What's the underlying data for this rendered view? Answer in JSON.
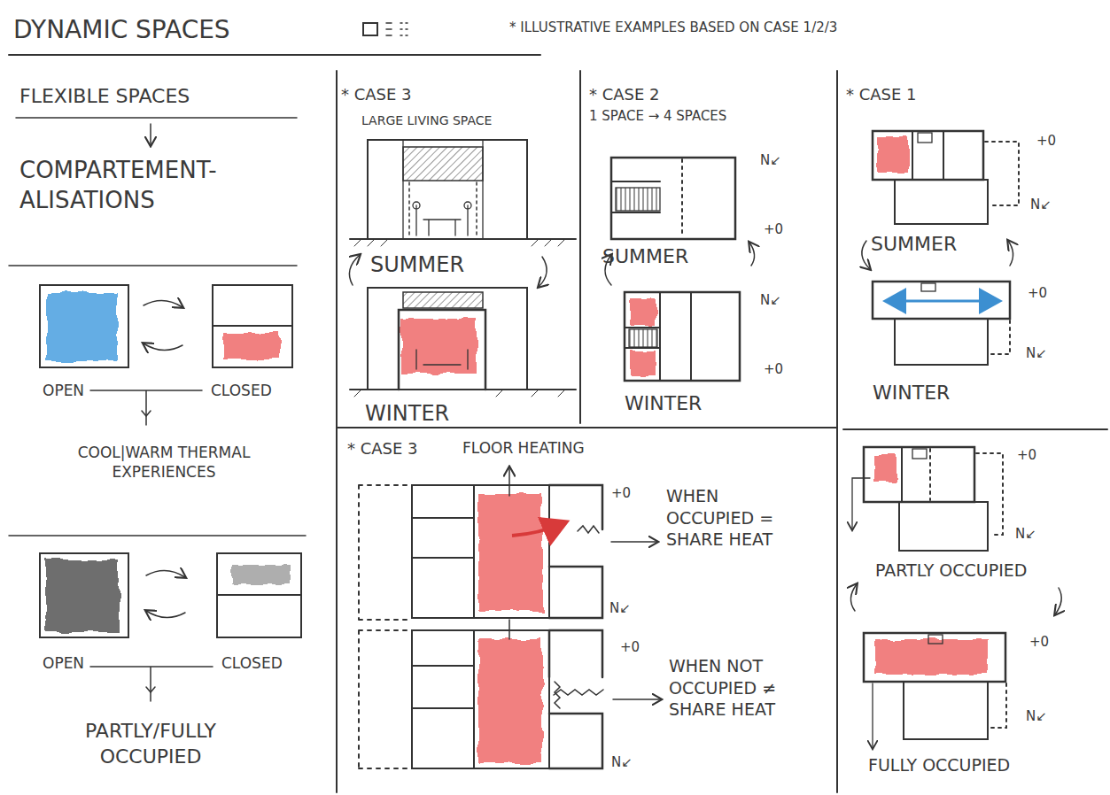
{
  "diagram": {
    "title": "DYNAMIC SPACES",
    "labels": [
      "* ILLUSTRATIVE EXAMPLES BASED ON CASE 1/2/3",
      "FLEXIBLE SPACES",
      "COMPARTEMENT- ALISATIONS",
      "OPEN",
      "CLOSED",
      "COOL|WARM THERMAL EXPERIENCES",
      "OPEN",
      "CLOSED",
      "PARTLY/FULLY OCCUPIED",
      "* CASE 3",
      "LARGE LIVING SPACE",
      "SUMMER",
      "WINTER",
      "* CASE 2",
      "1 SPACE → 4 SPACES",
      "N↙",
      "+0",
      "SUMMER",
      "N↙",
      "+0",
      "WINTER",
      "* CASE 1",
      "+0",
      "N↙",
      "SUMMER",
      "+0",
      "N↙",
      "WINTER",
      "* CASE 3",
      "FLOOR HEATING",
      "+0",
      "WHEN OCCUPIED = SHARE HEAT",
      "N↙",
      "+0",
      "WHEN NOT OCCUPIED ≠ SHARE HEAT",
      "N↙",
      "+0",
      "N↙",
      "PARTLY OCCUPIED",
      "+0",
      "N↙",
      "FULLY OCCUPIED"
    ]
  }
}
